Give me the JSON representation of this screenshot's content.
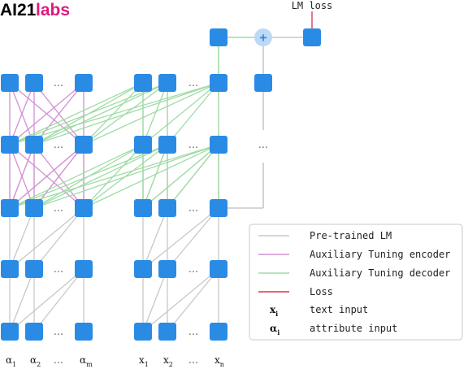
{
  "logo": {
    "main": "AI21",
    "sub": "labs",
    "sub_color": "#e0197d"
  },
  "loss_label": "LM loss",
  "plus_symbol": "+",
  "ellipsis": "...",
  "legend": {
    "items": [
      {
        "label": "Pre-trained LM",
        "color": "#c8c8c8"
      },
      {
        "label": "Auxiliary Tuning encoder",
        "color": "#d48fd6"
      },
      {
        "label": "Auxiliary Tuning decoder",
        "color": "#9fdca6"
      },
      {
        "label": "Loss",
        "color": "#e0304e"
      }
    ],
    "text_input": {
      "symbol": "x",
      "sub": "i",
      "label": "text input"
    },
    "attribute_input": {
      "symbol": "α",
      "sub": "i",
      "label": "attribute input"
    }
  },
  "bottom_labels": {
    "attributes": [
      {
        "main": "α",
        "sub": "1"
      },
      {
        "main": "α",
        "sub": "2"
      },
      {
        "main": "α",
        "sub": "m"
      }
    ],
    "texts": [
      {
        "main": "x",
        "sub": "1"
      },
      {
        "main": "x",
        "sub": "2"
      },
      {
        "main": "x",
        "sub": "n"
      }
    ]
  },
  "colors": {
    "node": "#2a8be5",
    "plus_fill": "#bcd9f5",
    "plus_text": "#2a8be5",
    "pretrained": "#c8c8c8",
    "encoder": "#d48fd6",
    "decoder": "#9fdca6",
    "loss": "#e0304e",
    "legend_border": "#c8c8c8"
  }
}
